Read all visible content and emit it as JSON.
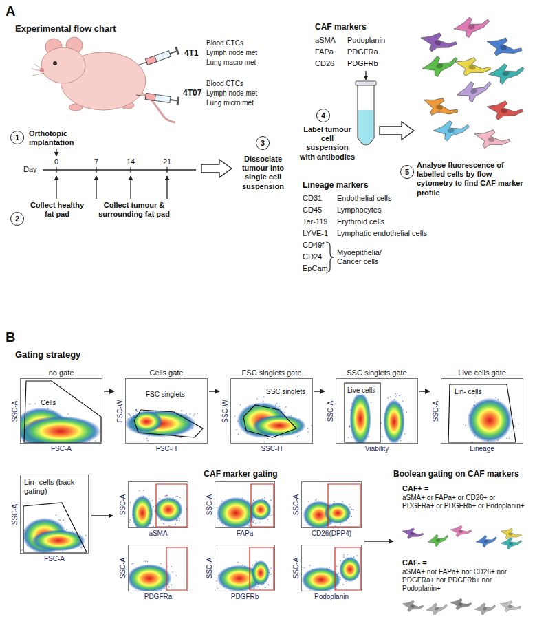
{
  "diagram": {
    "nodes": [
      {
        "text": [
          "1"
        ]
      },
      {
        "text": [
          "2"
        ]
      },
      {
        "text": [
          "3"
        ]
      },
      {
        "text": [
          "4"
        ]
      },
      {
        "text": [
          "5"
        ]
      },
      {
        "text": [
          "no gate",
          "SSC-A",
          "FSC-A",
          "Cells"
        ]
      },
      {
        "text": [
          "Cells gate",
          "FSC-W",
          "FSC-H",
          "FSC singlets"
        ]
      },
      {
        "text": [
          "FSC singlets gate",
          "SSC-W",
          "SSC-H",
          "SSC singlets"
        ]
      },
      {
        "text": [
          "SSC singlets gate",
          "SSC-A",
          "Viability",
          "Live cells"
        ]
      },
      {
        "text": [
          "Live cells gate",
          "SSC-A",
          "Lineage",
          "Lin- cells"
        ]
      },
      {
        "text": [
          "Lin- cells (back-gating)",
          "SSC-A",
          "FSC-A"
        ]
      },
      {
        "text": [
          "SSC-A",
          "aSMA"
        ]
      },
      {
        "text": [
          "SSC-A",
          "FAPa"
        ]
      },
      {
        "text": [
          "SSC-A",
          "CD26(DPP4)"
        ]
      },
      {
        "text": [
          "SSC-A",
          "PDGFRa"
        ]
      },
      {
        "text": [
          "SSC-A",
          "PDGFRb"
        ]
      },
      {
        "text": [
          "SSC-A",
          "Podoplanin"
        ]
      }
    ],
    "edges": [
      {
        "from": 5,
        "to": 6,
        "arrow": "to"
      },
      {
        "from": 6,
        "to": 7,
        "arrow": "to"
      },
      {
        "from": 7,
        "to": 8,
        "arrow": "to"
      },
      {
        "from": 8,
        "to": 9,
        "arrow": "to"
      }
    ],
    "labels": [
      "A",
      "Experimental flow chart",
      "4T1",
      "Blood CTCs",
      "Lymph node met",
      "Lung macro met",
      "4T07",
      "Blood CTCs",
      "Lymph node met",
      "Lung micro met",
      "Orthotopic implantation",
      "Day",
      "0",
      "7",
      "14",
      "21",
      "Collect healthy fat pad",
      "Collect tumour & surrounding fat pad",
      "Dissociate tumour into single cell suspension",
      "CAF markers",
      "aSMA",
      "Podoplanin",
      "FAPa",
      "PDGFRa",
      "CD26",
      "PDGFRb",
      "Label tumour cell suspension with antibodies",
      "Lineage markers",
      "CD31",
      "Endothelial cells",
      "CD45",
      "Lymphocytes",
      "Ter-119",
      "Erythroid cells",
      "LYVE-1",
      "Lymphatic endothelial cells",
      "CD49f",
      "CD24",
      "EpCam",
      "Myoepithelia/ Cancer cells",
      "Analyse fluorescence of labelled cells by flow cytometry to find CAF marker profile",
      "B",
      "Gating strategy",
      "CAF marker gating",
      "Boolean gating on CAF markers",
      "CAF+ =",
      "aSMA+ or FAPa+ or CD26+ or PDGFRa+ or PDGFRb+ or Podoplanin+",
      "CAF- =",
      "aSMA+ nor FAPa+ nor CD26+ nor PDGFRa+ nor PDGFRb+ nor Podoplanin+"
    ]
  }
}
